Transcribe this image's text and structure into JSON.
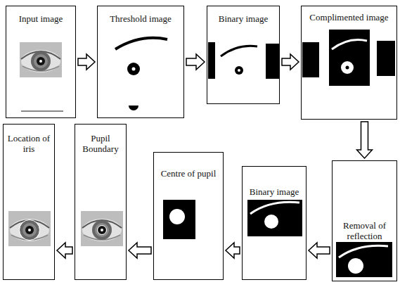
{
  "diagram": {
    "nodes": [
      {
        "text": [
          "Input image"
        ]
      },
      {
        "text": [
          "Threshold image"
        ]
      },
      {
        "text": [
          "Binary image"
        ]
      },
      {
        "text": [
          "Complimented image"
        ]
      },
      {
        "text": [
          "Removal of reflection"
        ]
      },
      {
        "text": [
          "Binary image"
        ]
      },
      {
        "text": [
          "Centre of pupil"
        ]
      },
      {
        "text": [
          "Pupil Boundary"
        ]
      },
      {
        "text": [
          "Location of iris"
        ]
      }
    ],
    "edges": [
      {
        "from": 0,
        "to": 1,
        "arrow": "to"
      },
      {
        "from": 1,
        "to": 2,
        "arrow": "to"
      },
      {
        "from": 2,
        "to": 3,
        "arrow": "to"
      },
      {
        "from": 3,
        "to": 4,
        "arrow": "to"
      },
      {
        "from": 4,
        "to": 5,
        "arrow": "to"
      },
      {
        "from": 5,
        "to": 6,
        "arrow": "to"
      },
      {
        "from": 6,
        "to": 7,
        "arrow": "to"
      },
      {
        "from": 7,
        "to": 8,
        "arrow": "to"
      }
    ]
  }
}
